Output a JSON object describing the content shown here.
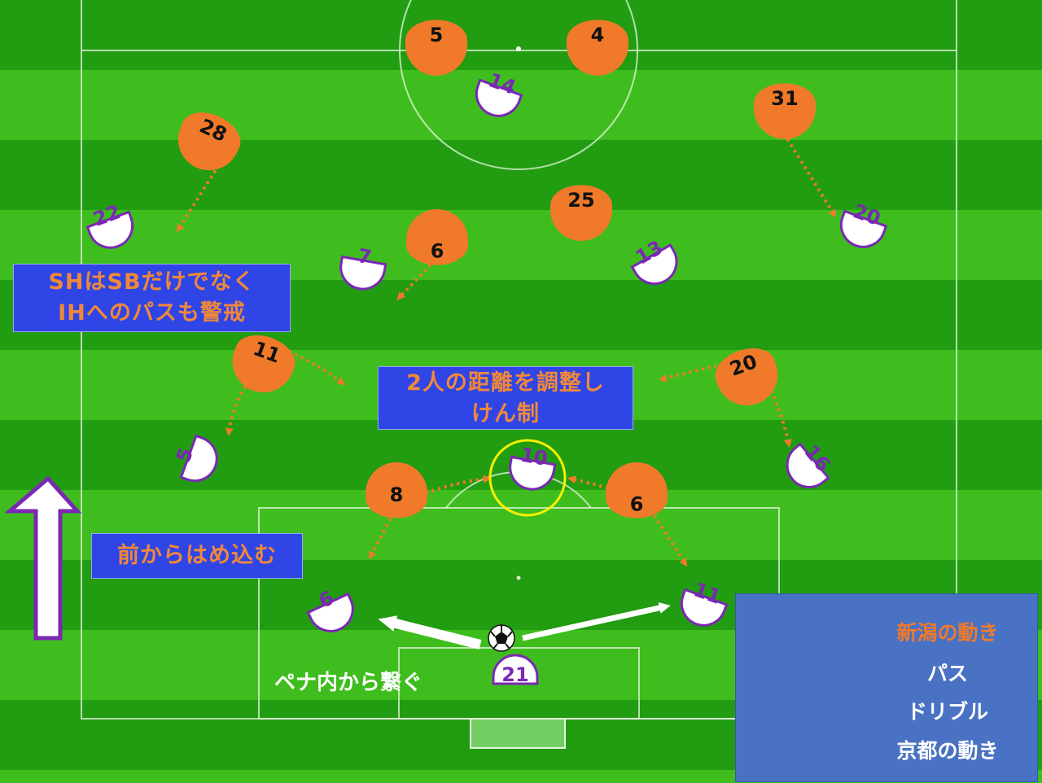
{
  "colors": {
    "niigata": "#f07a2a",
    "kyoto_fill": "#ffffff",
    "kyoto_ring": "#7a28b4",
    "pitch_light": "#3fbd1e",
    "pitch_dark": "#229c11",
    "highlight": "#f5f000",
    "box_blue": "#2f45e6"
  },
  "notes": {
    "note1": [
      "SHはSBだけでなく",
      "IHへのパスも警戒"
    ],
    "note2": [
      "2人の距離を調整し",
      "けん制"
    ],
    "note3": "前からはめ込む",
    "note4": "ペナ内から繋ぐ"
  },
  "legend": {
    "niigata_move": "新潟の動き",
    "pass": "パス",
    "dribble": "ドリブル",
    "kyoto_move": "京都の動き"
  },
  "players": {
    "niigata": [
      {
        "number": "5",
        "upside_down": true
      },
      {
        "number": "4",
        "upside_down": true
      },
      {
        "number": "28",
        "upside_down": true
      },
      {
        "number": "31",
        "upside_down": true
      },
      {
        "number": "25",
        "upside_down": true
      },
      {
        "number": "9",
        "upside_down": true
      },
      {
        "number": "11",
        "upside_down": true
      },
      {
        "number": "20",
        "upside_down": true
      },
      {
        "number": "8",
        "upside_down": false
      },
      {
        "number": "9",
        "upside_down": true
      }
    ],
    "kyoto": [
      {
        "number": "14",
        "upside_down": true
      },
      {
        "number": "22",
        "upside_down": true
      },
      {
        "number": "20",
        "upside_down": true
      },
      {
        "number": "7",
        "upside_down": true
      },
      {
        "number": "13",
        "upside_down": true
      },
      {
        "number": "5",
        "upside_down": true
      },
      {
        "number": "10",
        "upside_down": true
      },
      {
        "number": "16",
        "upside_down": true
      },
      {
        "number": "6",
        "upside_down": true
      },
      {
        "number": "11",
        "upside_down": true
      },
      {
        "number": "21",
        "upside_down": false
      }
    ]
  }
}
